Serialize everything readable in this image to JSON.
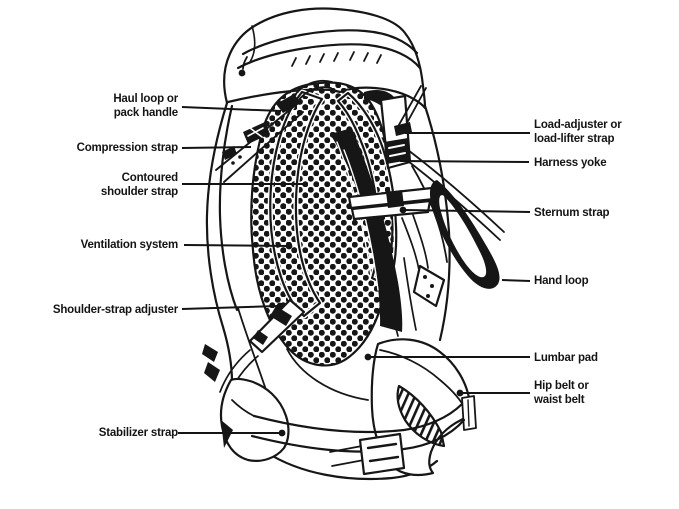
{
  "figure": {
    "type": "labeled-diagram",
    "subject": "Internal-frame backpack, rear three-quarter view, parts annotated",
    "ink_color": "#161616",
    "background_color": "#ffffff"
  },
  "labels": {
    "left": [
      {
        "id": "haul-loop",
        "text": "Haul loop or\npack handle"
      },
      {
        "id": "compression-strap",
        "text": "Compression strap"
      },
      {
        "id": "contoured-shoulder-strap",
        "text": "Contoured\nshoulder strap"
      },
      {
        "id": "ventilation-system",
        "text": "Ventilation system"
      },
      {
        "id": "shoulder-strap-adjuster",
        "text": "Shoulder-strap adjuster"
      },
      {
        "id": "stabilizer-strap",
        "text": "Stabilizer strap"
      }
    ],
    "right": [
      {
        "id": "load-adjuster",
        "text": "Load-adjuster or\nload-lifter strap"
      },
      {
        "id": "harness-yoke",
        "text": "Harness yoke"
      },
      {
        "id": "sternum-strap",
        "text": "Sternum strap"
      },
      {
        "id": "hand-loop",
        "text": "Hand loop"
      },
      {
        "id": "lumbar-pad",
        "text": "Lumbar pad"
      },
      {
        "id": "hip-belt",
        "text": "Hip belt or\nwaist belt"
      }
    ]
  }
}
